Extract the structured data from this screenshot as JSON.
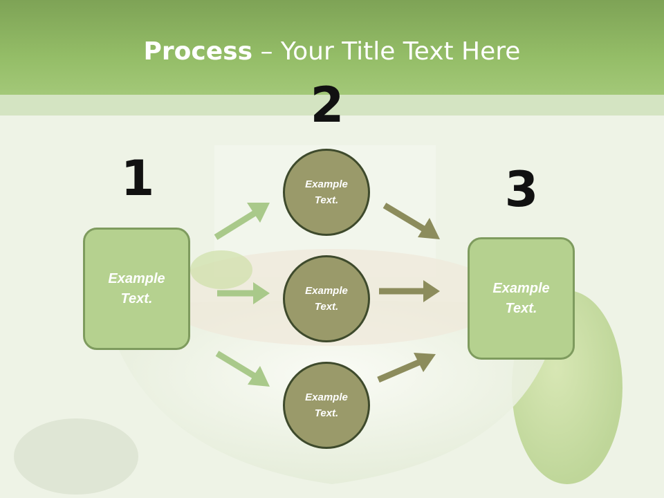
{
  "slide": {
    "title_bold": "Process",
    "title_rest": " – Your Title Text Here"
  },
  "steps": {
    "n1": "1",
    "n2": "2",
    "n3": "3"
  },
  "left_box": {
    "text": "Example Text."
  },
  "circles": [
    {
      "text": "Example Text."
    },
    {
      "text": "Example Text."
    },
    {
      "text": "Example Text."
    }
  ],
  "right_box": {
    "text": "Example Text."
  },
  "colors": {
    "header": "#94bd67",
    "box_fill": "#b5d18f",
    "circle_fill": "#9a9a6a",
    "arrow_light": "#a9c98a",
    "arrow_dark": "#8c8c5c"
  }
}
